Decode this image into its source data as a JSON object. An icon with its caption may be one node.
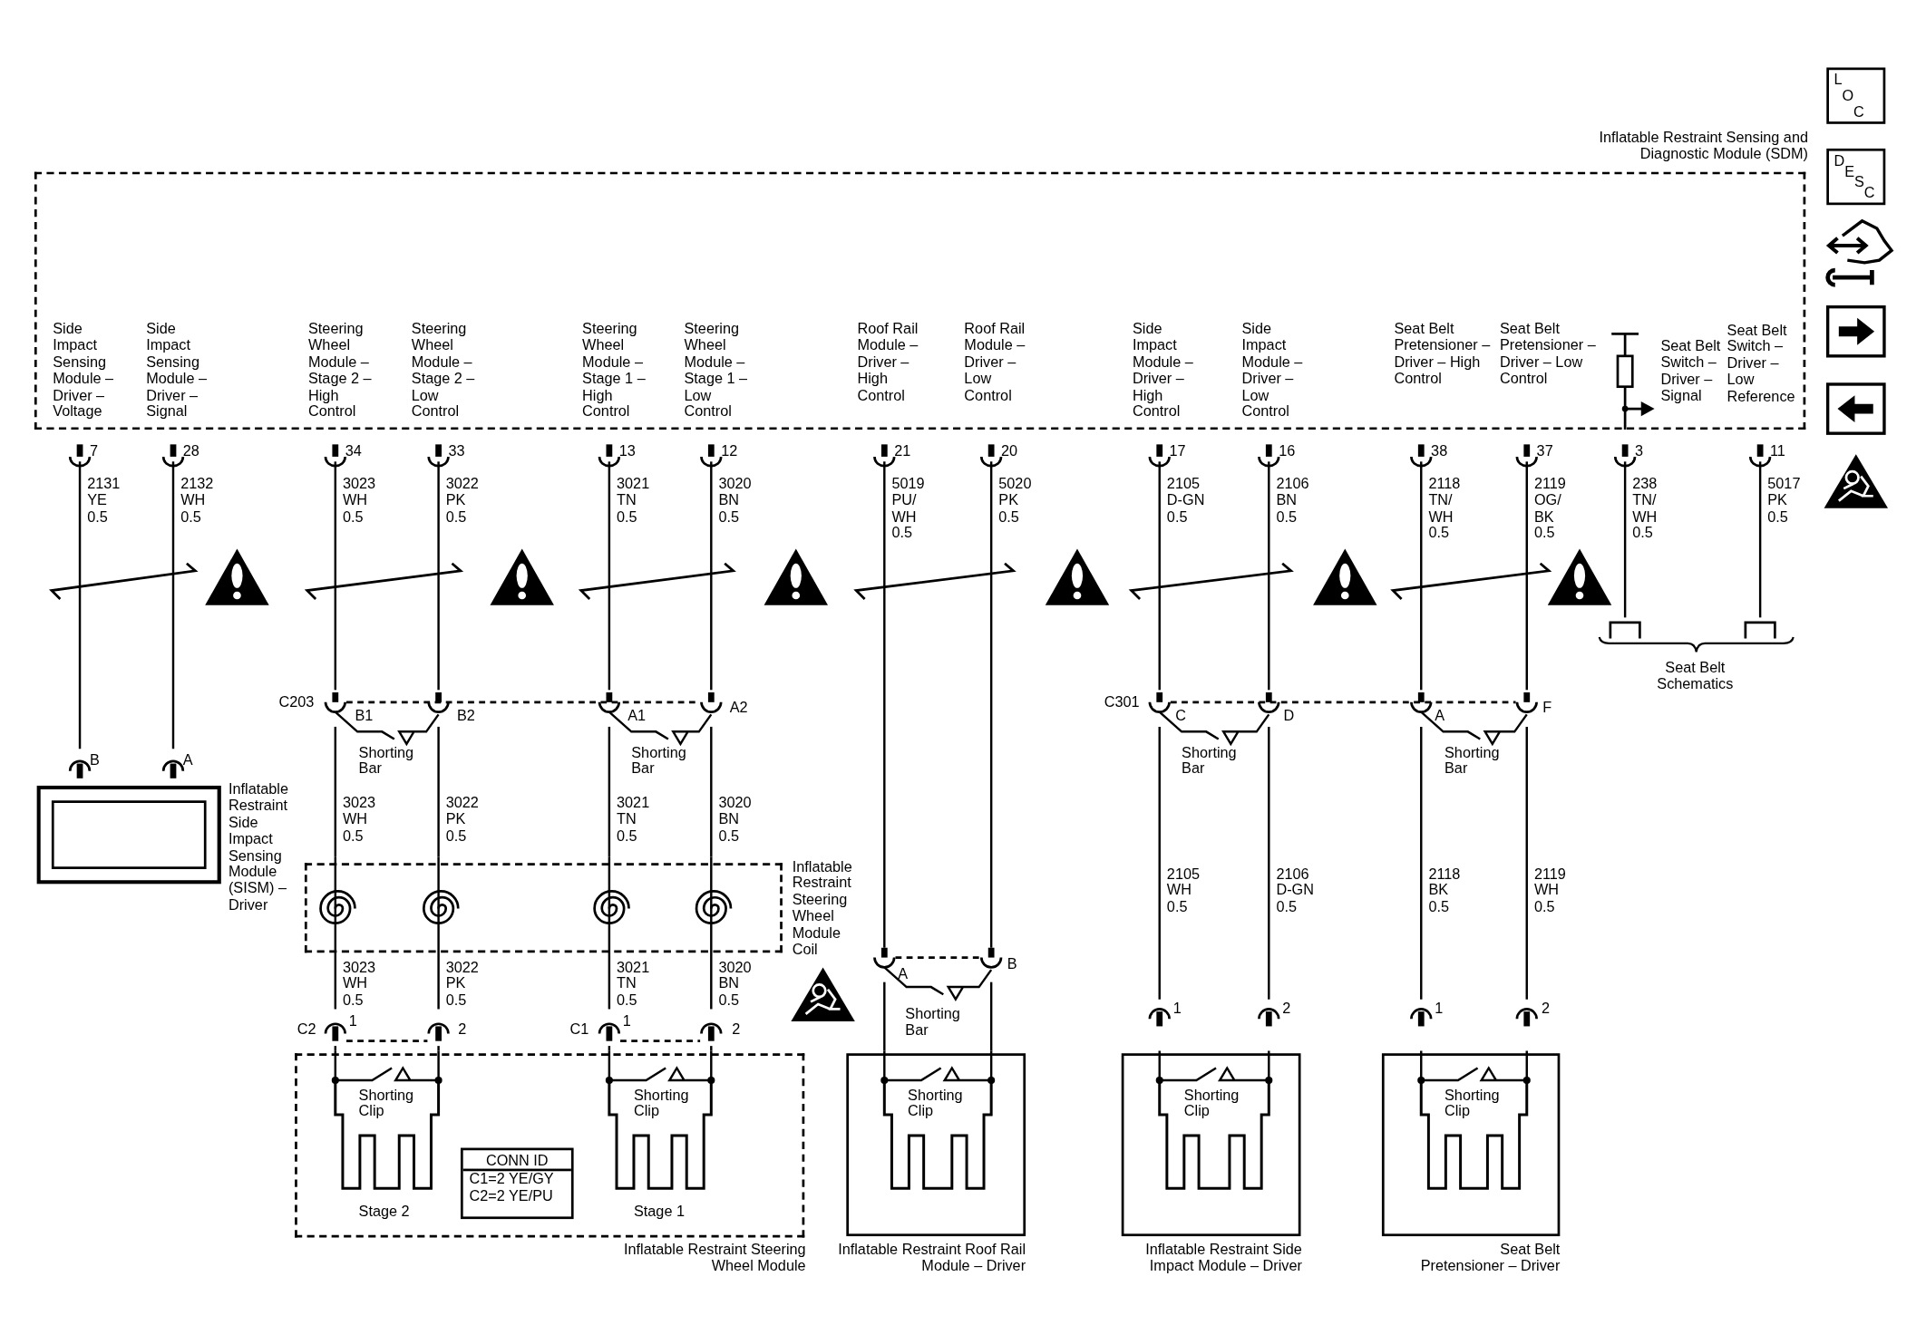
{
  "diagram": {
    "nodes": [
      {
        "text": [
          "Inflatable Restraint Sensing and Diagnostic Module (SDM)"
        ]
      },
      {
        "text": [
          "Side Impact Sensing Module – Driver – Voltage"
        ],
        "in": 0,
        "beside": [
          "7"
        ]
      },
      {
        "text": [
          "Side Impact Sensing Module – Driver – Signal"
        ],
        "in": 0,
        "beside": [
          "28"
        ]
      },
      {
        "text": [
          "Steering Wheel Module – Stage 2 – High Control"
        ],
        "in": 0,
        "beside": [
          "34"
        ]
      },
      {
        "text": [
          "Steering Wheel Module – Stage 2 – Low Control"
        ],
        "in": 0,
        "beside": [
          "33"
        ]
      },
      {
        "text": [
          "Steering Wheel Module – Stage 1 – High Control"
        ],
        "in": 0,
        "beside": [
          "13"
        ]
      },
      {
        "text": [
          "Steering Wheel Module – Stage 1 – Low Control"
        ],
        "in": 0,
        "beside": [
          "12"
        ]
      },
      {
        "text": [
          "Roof Rail Module – Driver – High Control"
        ],
        "in": 0,
        "beside": [
          "21"
        ]
      },
      {
        "text": [
          "Roof Rail Module – Driver – Low Control"
        ],
        "in": 0,
        "beside": [
          "20"
        ]
      },
      {
        "text": [
          "Side Impact Module – Driver – High Control"
        ],
        "in": 0,
        "beside": [
          "17"
        ]
      },
      {
        "text": [
          "Side Impact Module – Driver – Low Control"
        ],
        "in": 0,
        "beside": [
          "16"
        ]
      },
      {
        "text": [
          "Seat Belt Pretensioner – Driver – High Control"
        ],
        "in": 0,
        "beside": [
          "38"
        ]
      },
      {
        "text": [
          "Seat Belt Pretensioner – Driver – Low Control"
        ],
        "in": 0,
        "beside": [
          "37"
        ]
      },
      {
        "text": [
          "Seat Belt Switch – Driver – Signal"
        ],
        "in": 0,
        "beside": [
          "3"
        ]
      },
      {
        "text": [
          "Seat Belt Switch – Driver – Low Reference"
        ],
        "in": 0,
        "beside": [
          "11"
        ]
      },
      {
        "text": [
          "Inflatable Restraint Side Impact Sensing Module (SISM) – Driver"
        ],
        "beside": [
          "B",
          "A"
        ]
      },
      {
        "text": [
          "C203",
          "B1",
          "B2",
          "A1",
          "A2"
        ]
      },
      {
        "text": [
          "C301",
          "C",
          "D",
          "A",
          "F"
        ]
      },
      {
        "text": [
          "Seat Belt Schematics"
        ]
      },
      {
        "text": [
          "Inflatable Restraint Steering Wheel Module Coil"
        ]
      },
      {
        "text": [
          "A",
          "B"
        ]
      },
      {
        "text": [
          "C2",
          "1",
          "2"
        ]
      },
      {
        "text": [
          "C1",
          "1",
          "2"
        ]
      },
      {
        "text": [
          "Inflatable Restraint Steering Wheel Module"
        ]
      },
      {
        "text": [
          "Inflatable Restraint Roof Rail Module – Driver"
        ]
      },
      {
        "text": [
          "Inflatable Restraint Side Impact Module – Driver"
        ],
        "beside": [
          "1",
          "2"
        ]
      },
      {
        "text": [
          "Seat Belt Pretensioner – Driver"
        ],
        "beside": [
          "1",
          "2"
        ]
      }
    ],
    "edges": [
      {
        "from": 1,
        "to": 15,
        "arrow": "other",
        "label": "2131 YE 0.5"
      },
      {
        "from": 2,
        "to": 15,
        "arrow": "other",
        "label": "2132 WH 0.5"
      },
      {
        "from": 3,
        "to": 16,
        "arrow": "other",
        "label": "3023 WH 0.5"
      },
      {
        "from": 4,
        "to": 16,
        "arrow": "other",
        "label": "3022 PK 0.5"
      },
      {
        "from": 5,
        "to": 16,
        "arrow": "other",
        "label": "3021 TN 0.5"
      },
      {
        "from": 6,
        "to": 16,
        "arrow": "other",
        "label": "3020 BN 0.5"
      },
      {
        "from": 7,
        "to": 20,
        "arrow": "other",
        "label": "5019 PU/ WH 0.5"
      },
      {
        "from": 8,
        "to": 20,
        "arrow": "other",
        "label": "5020 PK 0.5"
      },
      {
        "from": 9,
        "to": 17,
        "arrow": "other",
        "label": "2105 D-GN 0.5"
      },
      {
        "from": 10,
        "to": 17,
        "arrow": "other",
        "label": "2106 BN 0.5"
      },
      {
        "from": 11,
        "to": 17,
        "arrow": "other",
        "label": "2118 TN/ WH 0.5"
      },
      {
        "from": 12,
        "to": 17,
        "arrow": "other",
        "label": "2119 OG/ BK 0.5"
      },
      {
        "from": 13,
        "to": 18,
        "arrow": "other",
        "label": "238 TN/ WH 0.5"
      },
      {
        "from": 14,
        "to": 18,
        "arrow": "other",
        "label": "5017 PK 0.5"
      },
      {
        "from": 16,
        "to": 19,
        "arrow": "none",
        "label": "3023 WH 0.5"
      },
      {
        "from": 16,
        "to": 19,
        "arrow": "none",
        "label": "3022 PK 0.5"
      },
      {
        "from": 16,
        "to": 19,
        "arrow": "none",
        "label": "3021 TN 0.5"
      },
      {
        "from": 16,
        "to": 19,
        "arrow": "none",
        "label": "3020 BN 0.5"
      },
      {
        "from": 17,
        "to": 25,
        "arrow": "none",
        "label": "2105 WH 0.5"
      },
      {
        "from": 17,
        "to": 25,
        "arrow": "none",
        "label": "2106 D-GN 0.5"
      },
      {
        "from": 17,
        "to": 26,
        "arrow": "none",
        "label": "2118 BK 0.5"
      },
      {
        "from": 17,
        "to": 26,
        "arrow": "none",
        "label": "2119 WH 0.5"
      },
      {
        "from": 19,
        "to": 21,
        "arrow": "none",
        "label": "3023 WH 0.5"
      },
      {
        "from": 19,
        "to": 21,
        "arrow": "none",
        "label": "3022 PK 0.5"
      },
      {
        "from": 19,
        "to": 22,
        "arrow": "none",
        "label": "3021 TN 0.5"
      },
      {
        "from": 19,
        "to": 22,
        "arrow": "none",
        "label": "3020 BN 0.5"
      },
      {
        "from": 20,
        "to": 24,
        "arrow": "none"
      },
      {
        "from": 20,
        "to": 24,
        "arrow": "none"
      },
      {
        "from": 21,
        "to": 23,
        "arrow": "none"
      },
      {
        "from": 21,
        "to": 23,
        "arrow": "none"
      },
      {
        "from": 22,
        "to": 23,
        "arrow": "none"
      },
      {
        "from": 22,
        "to": 23,
        "arrow": "none"
      }
    ],
    "labels": [
      "LOC",
      "DESC",
      "Shorting Bar",
      "Shorting Bar",
      "Shorting Bar",
      "Shorting Bar",
      "Shorting Bar",
      "Shorting Clip",
      "Shorting Clip",
      "Shorting Clip",
      "Shorting Clip",
      "Shorting Clip",
      "CONN ID",
      "C1=2 YE/GY",
      "C2=2 YE/PU",
      "Stage 2",
      "Stage 1"
    ]
  }
}
